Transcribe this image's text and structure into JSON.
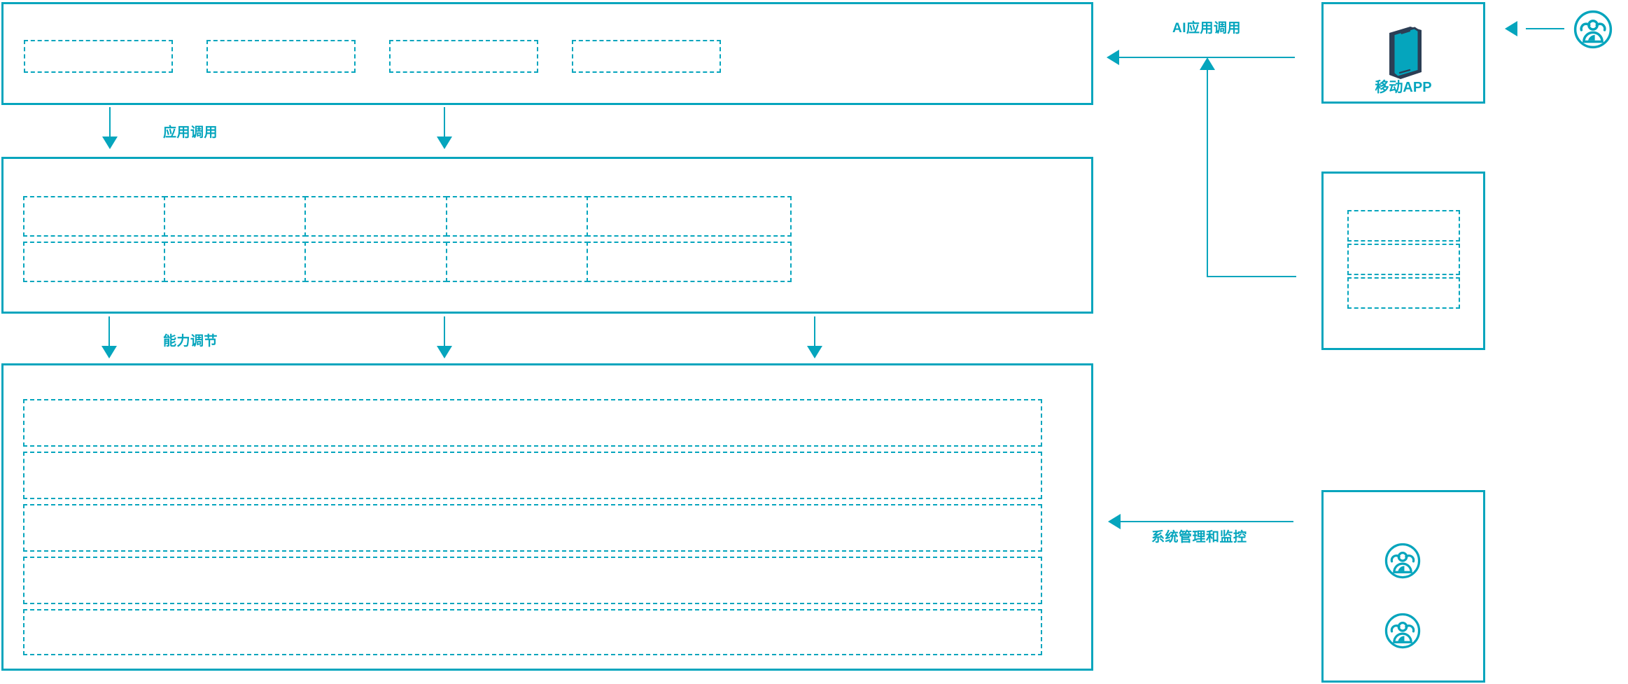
{
  "theme": {
    "accent": "#05A5BD",
    "accent_dark": "#2C3E55",
    "background": "#FFFFFF"
  },
  "diagram": {
    "title": "",
    "flow_labels": [
      {
        "id": "app-call",
        "text": "应用调用"
      },
      {
        "id": "capability-tune",
        "text": "能力调节"
      },
      {
        "id": "ai-app-call",
        "text": "AI应用调用"
      },
      {
        "id": "sys-admin",
        "text": "系统管理和监控"
      }
    ],
    "layers": [
      {
        "id": "application-layer",
        "title": "",
        "columns": 4,
        "cells": [
          {
            "id": "app-cell-1",
            "text": ""
          },
          {
            "id": "app-cell-2",
            "text": ""
          },
          {
            "id": "app-cell-3",
            "text": ""
          },
          {
            "id": "app-cell-4",
            "text": ""
          }
        ]
      },
      {
        "id": "capability-layer",
        "title": "",
        "columns": 5,
        "rows": 2,
        "cells": [
          {
            "id": "cap-cell-1-1",
            "text": ""
          },
          {
            "id": "cap-cell-1-2",
            "text": ""
          },
          {
            "id": "cap-cell-1-3",
            "text": ""
          },
          {
            "id": "cap-cell-1-4",
            "text": ""
          },
          {
            "id": "cap-cell-1-5",
            "text": ""
          },
          {
            "id": "cap-cell-2-1",
            "text": ""
          },
          {
            "id": "cap-cell-2-2",
            "text": ""
          },
          {
            "id": "cap-cell-2-3",
            "text": ""
          },
          {
            "id": "cap-cell-2-4",
            "text": ""
          },
          {
            "id": "cap-cell-2-5",
            "text": ""
          }
        ]
      },
      {
        "id": "platform-layer",
        "title": "",
        "rows": 5,
        "cells": [
          {
            "id": "plat-row-1",
            "text": ""
          },
          {
            "id": "plat-row-2",
            "text": ""
          },
          {
            "id": "plat-row-3",
            "text": ""
          },
          {
            "id": "plat-row-4",
            "text": ""
          },
          {
            "id": "plat-row-5",
            "text": ""
          }
        ]
      }
    ],
    "side_panels": [
      {
        "id": "mobile-app-panel",
        "caption": "移动APP",
        "icon": "mobile-phone-icon",
        "cells": []
      },
      {
        "id": "channel-panel",
        "caption": "",
        "icon": "",
        "cells": [
          {
            "id": "channel-cell-1",
            "text": ""
          },
          {
            "id": "channel-cell-2",
            "text": ""
          },
          {
            "id": "channel-cell-3",
            "text": ""
          }
        ]
      },
      {
        "id": "operations-panel",
        "caption": "",
        "icon": "user-group-icon",
        "cells": [
          {
            "id": "ops-user-1",
            "text": ""
          },
          {
            "id": "ops-user-2",
            "text": ""
          }
        ]
      }
    ],
    "actors": [
      {
        "id": "end-user-actor",
        "icon": "user-group-icon",
        "label": ""
      }
    ]
  }
}
